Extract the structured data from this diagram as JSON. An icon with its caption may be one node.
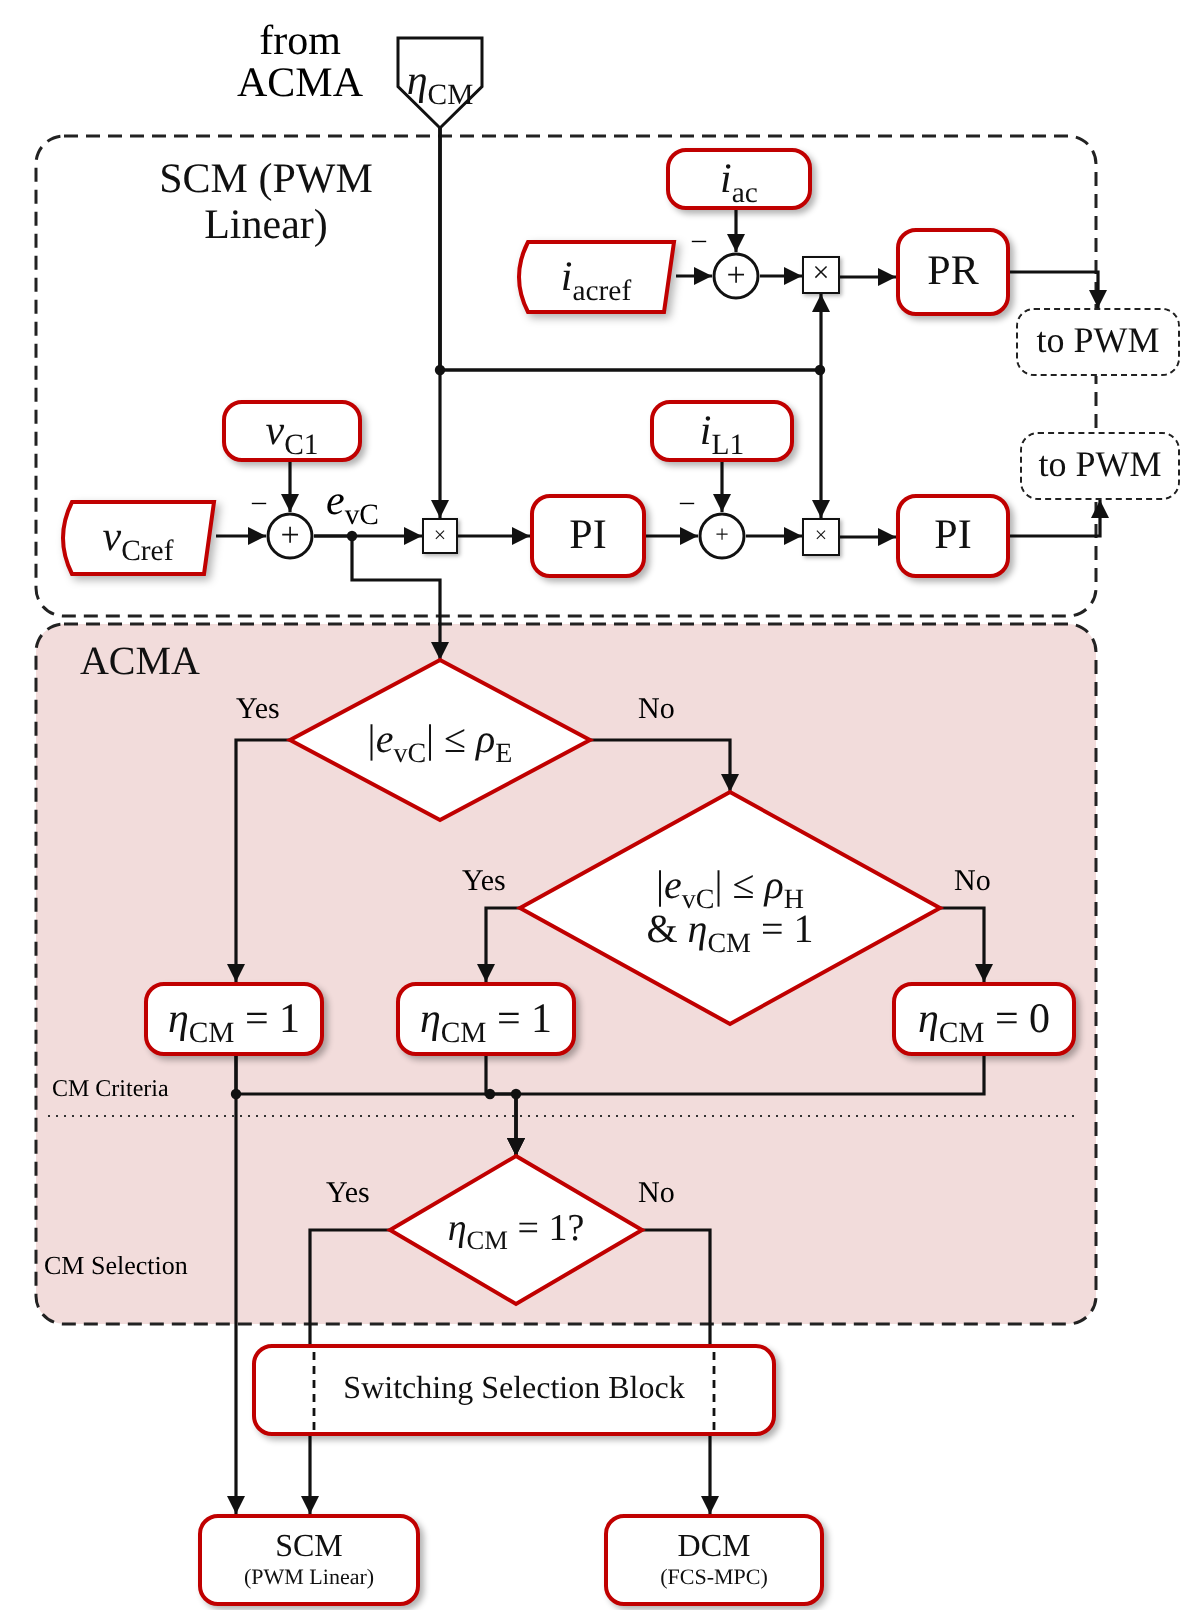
{
  "diagram": {
    "nodes": [
      {
        "text": [
          "SCM (PWM Linear)"
        ]
      },
      {
        "text": [
          "*η*$_{CM}$"
        ],
        "beside": [
          "from ACMA"
        ]
      },
      {
        "text": [
          "*i*$_{ac}$"
        ],
        "in": 0
      },
      {
        "text": [
          "*i*$_{ac}$$_{ref}$"
        ],
        "in": 0
      },
      {
        "text": [
          "+"
        ],
        "in": 0
      },
      {
        "text": [
          "×"
        ],
        "in": 0
      },
      {
        "text": [
          "PR"
        ],
        "in": 0
      },
      {
        "text": [
          "to PWM"
        ]
      },
      {
        "text": [
          "*v*$_{C1}$"
        ],
        "in": 0
      },
      {
        "text": [
          "*v*$_{C}$$_{ref}$"
        ],
        "in": 0
      },
      {
        "text": [
          "+"
        ],
        "in": 0
      },
      {
        "text": [
          "×"
        ],
        "in": 0
      },
      {
        "text": [
          "PI"
        ],
        "in": 0
      },
      {
        "text": [
          "*i*$_{L1}$"
        ],
        "in": 0
      },
      {
        "text": [
          "+"
        ],
        "in": 0
      },
      {
        "text": [
          "×"
        ],
        "in": 0
      },
      {
        "text": [
          "PI"
        ],
        "in": 0
      },
      {
        "text": [
          "to PWM"
        ]
      },
      {
        "text": [
          "ACMA"
        ]
      },
      {
        "text": [
          "|*e*$_{v}$$_{C}$| ≤ *ρ*$_{E}$"
        ],
        "in": 18
      },
      {
        "text": [
          "|*e*$_{v}$$_{C}$| ≤ *ρ*$_{H}$",
          "& *η*$_{CM}$ = 1"
        ],
        "in": 18
      },
      {
        "text": [
          "*η*$_{CM}$ = 1"
        ],
        "in": 18
      },
      {
        "text": [
          "*η*$_{CM}$ = 1"
        ],
        "in": 18
      },
      {
        "text": [
          "*η*$_{CM}$ = 0"
        ],
        "in": 18
      },
      {
        "text": [
          "*η*$_{CM}$ = 1?"
        ],
        "in": 18
      },
      {
        "text": [
          "Switching Selection Block"
        ]
      },
      {
        "text": [
          "SCM",
          "(PWM Linear)"
        ]
      },
      {
        "text": [
          "DCM",
          "(FCS-MPC)"
        ]
      }
    ],
    "edges": [
      {
        "from": 1,
        "to": 11,
        "arrow": "to"
      },
      {
        "from": 1,
        "to": 5,
        "arrow": "to"
      },
      {
        "from": 1,
        "to": 15,
        "arrow": "to"
      },
      {
        "from": 2,
        "to": 4,
        "arrow": "to"
      },
      {
        "from": 3,
        "to": 4,
        "arrow": "to"
      },
      {
        "from": 4,
        "to": 5,
        "arrow": "to"
      },
      {
        "from": 5,
        "to": 6,
        "arrow": "to"
      },
      {
        "from": 6,
        "to": 7,
        "arrow": "to"
      },
      {
        "from": 8,
        "to": 10,
        "arrow": "to"
      },
      {
        "from": 9,
        "to": 10,
        "arrow": "to"
      },
      {
        "from": 10,
        "to": 11,
        "arrow": "to"
      },
      {
        "from": 10,
        "to": 19,
        "arrow": "to"
      },
      {
        "from": 11,
        "to": 12,
        "arrow": "to"
      },
      {
        "from": 12,
        "to": 14,
        "arrow": "to"
      },
      {
        "from": 13,
        "to": 14,
        "arrow": "to"
      },
      {
        "from": 14,
        "to": 15,
        "arrow": "to"
      },
      {
        "from": 15,
        "to": 16,
        "arrow": "to"
      },
      {
        "from": 16,
        "to": 17,
        "arrow": "to"
      },
      {
        "from": 19,
        "to": 21,
        "arrow": "to",
        "label": "Yes"
      },
      {
        "from": 19,
        "to": 20,
        "arrow": "to",
        "label": "No"
      },
      {
        "from": 20,
        "to": 22,
        "arrow": "to",
        "label": "Yes"
      },
      {
        "from": 20,
        "to": 23,
        "arrow": "to",
        "label": "No"
      },
      {
        "from": 21,
        "to": 26,
        "arrow": "to"
      },
      {
        "from": 21,
        "to": 24,
        "arrow": "to"
      },
      {
        "from": 22,
        "to": 24,
        "arrow": "to"
      },
      {
        "from": 23,
        "to": 24,
        "arrow": "to"
      },
      {
        "from": 24,
        "to": 25,
        "arrow": "none",
        "label": "Yes"
      },
      {
        "from": 24,
        "to": 25,
        "arrow": "none",
        "label": "No"
      },
      {
        "from": 25,
        "to": 26,
        "arrow": "to"
      },
      {
        "from": 25,
        "to": 27,
        "arrow": "to"
      }
    ],
    "labels": [
      "–",
      "–",
      "*e*$_{v}$$_{C}$",
      "–",
      "CM Criteria",
      "CM Selection"
    ]
  }
}
